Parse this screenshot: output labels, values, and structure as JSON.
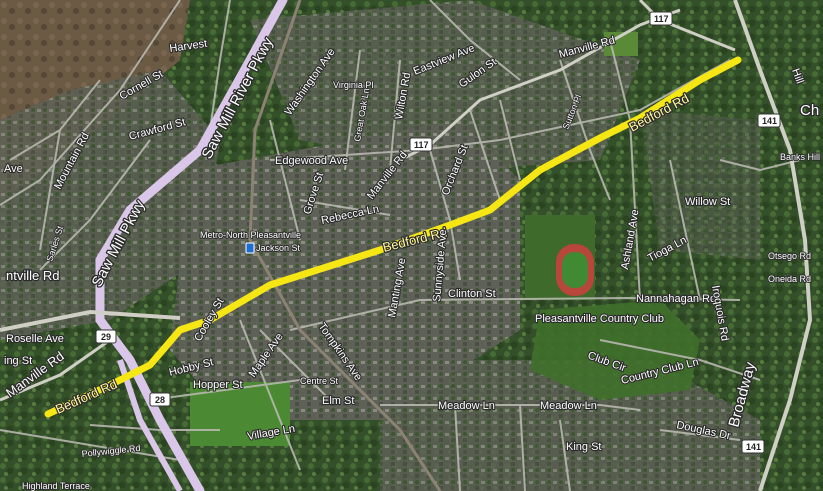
{
  "map": {
    "labels": {
      "harvest": "Harvest",
      "cornell": "Cornell St",
      "crawford": "Crawford St",
      "mountain": "Mountain Rd",
      "saw_mill_river": "Saw Mill River Pkwy",
      "saw_mill_main": "Saw Mill Pkwy",
      "washington": "Washington Ave",
      "virginia": "Virginia Pl",
      "great_oak": "Great Oak Ln",
      "wilton": "Wilton Rd",
      "eastview": "Eastview Ave",
      "gulon": "Gulon St",
      "manville_top": "Manville Rd",
      "edgewood": "Edgewood Ave",
      "manville_mid": "Manville Rd",
      "orchard": "Orchard St",
      "sutton": "Sutton Pl",
      "bedford_top": "Bedford Rd",
      "bedford_mid": "Bedford Rd",
      "bedford_low": "Bedford Rd",
      "grove": "Grove St",
      "rebecca": "Rebecca Ln",
      "metro_north": "Metro-North Pleasantville",
      "jackson": "Jackson St",
      "antville": "ntville Rd",
      "roselle": "Roselle Ave",
      "ging": "ing St",
      "manville_low": "Manville Rd",
      "cooley": "Cooley St",
      "hobby": "Hobby St",
      "hopper": "Hopper St",
      "tompkins": "Tompkins Ave",
      "manting": "Manting Ave",
      "sunnyside": "Sunnyside Ave",
      "clinton": "Clinton St",
      "pleasantville_cc": "Pleasantville Country Club",
      "willow": "Willow St",
      "tioga": "Tioga Ln",
      "nannahagan": "Nannahagan Rd",
      "ashland": "Ashland Ave",
      "iroquois": "Iroquois Rd",
      "otsego": "Otsego Rd",
      "oneida": "Oneida Rd",
      "club_cir": "Club Cir",
      "country_club_ln": "Country Club Ln",
      "broadway": "Broadway",
      "meadow1": "Meadow Ln",
      "meadow2": "Meadow Ln",
      "king": "King St",
      "douglas": "Douglas Dr",
      "elm": "Elm St",
      "village": "Village Ln",
      "centre": "Centre St",
      "maple": "Maple Ave",
      "pollywiggle": "Pollywiggle Rd",
      "highland": "Highland Terrace",
      "ch": "Ch",
      "hill": "Hill",
      "banks_hill": "Banks Hill",
      "ave_left": "Ave",
      "sarles": "Sarles St"
    },
    "shields": {
      "r117_top": "117",
      "r117_mid": "117",
      "r141_top": "141",
      "r141_low": "141",
      "r29": "29",
      "r28": "28"
    },
    "colors": {
      "route_highlight": "#f5e614",
      "parkway": "#d9c6e8",
      "forest": "#2f4a26",
      "urban": "#6b6a62",
      "field": "#3f7a2a"
    }
  }
}
